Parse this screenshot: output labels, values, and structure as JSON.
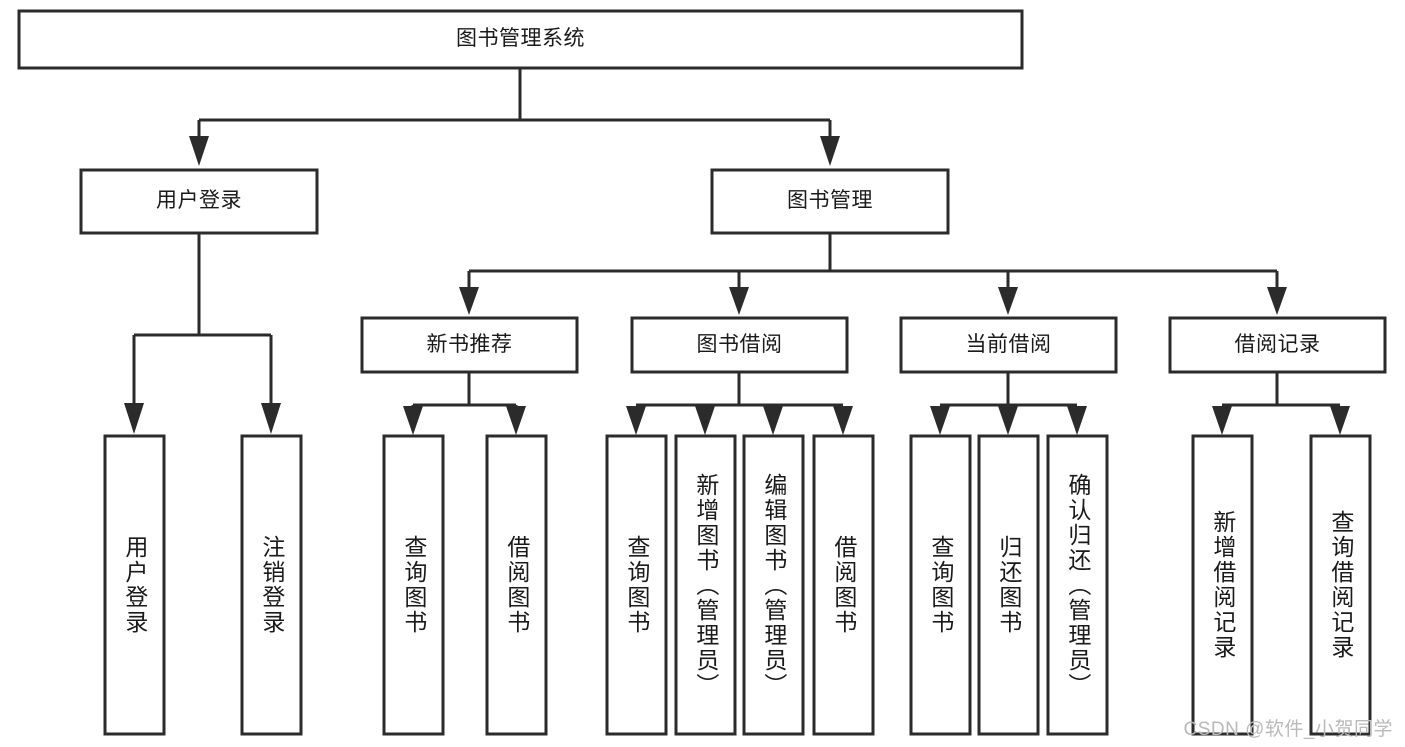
{
  "diagram": {
    "title": "图书管理系统",
    "type": "tree-hierarchy-chart",
    "watermark": "CSDN @软件_小贺同学",
    "colors": {
      "background": "#ffffff",
      "box_fill": "#ffffff",
      "box_stroke": "#2b2b2b",
      "text": "#1a1a1a",
      "watermark": "#b9b9b9"
    },
    "root": {
      "label": "图书管理系统"
    },
    "level2": [
      {
        "label": "用户登录"
      },
      {
        "label": "图书管理"
      }
    ],
    "level3": [
      {
        "label": "新书推荐"
      },
      {
        "label": "图书借阅"
      },
      {
        "label": "当前借阅"
      },
      {
        "label": "借阅记录"
      }
    ],
    "leaves": {
      "user_login": [
        {
          "label": "用户登录"
        },
        {
          "label": "注销登录"
        }
      ],
      "new_book_recommend": [
        {
          "label": "查询图书"
        },
        {
          "label": "借阅图书"
        }
      ],
      "book_borrow": [
        {
          "label": "查询图书"
        },
        {
          "label": "新增图书（管理员）"
        },
        {
          "label": "编辑图书（管理员）"
        },
        {
          "label": "借阅图书"
        }
      ],
      "current_borrow": [
        {
          "label": "查询图书"
        },
        {
          "label": "归还图书"
        },
        {
          "label": "确认归还（管理员）"
        }
      ],
      "borrow_record": [
        {
          "label": "新增借阅记录"
        },
        {
          "label": "查询借阅记录"
        }
      ]
    }
  }
}
